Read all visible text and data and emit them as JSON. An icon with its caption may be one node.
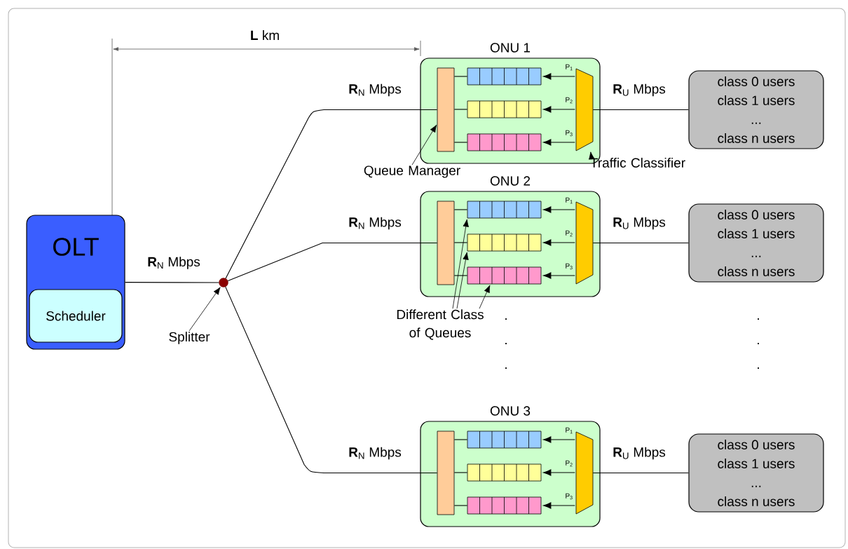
{
  "diagram": {
    "nodes": [
      {
        "text": [
          "OLT"
        ]
      },
      {
        "text": [
          "Scheduler"
        ],
        "in": 0
      },
      {
        "text": [],
        "shape": "circle"
      },
      {
        "text": [
          "Splitter"
        ]
      },
      {
        "text": [
          "ONU 1"
        ]
      },
      {
        "text": [],
        "shape": "bar",
        "in": 4
      },
      {
        "text": [],
        "shape": "box",
        "in": 4
      },
      {
        "text": [],
        "shape": "box",
        "in": 4
      },
      {
        "text": [],
        "shape": "box",
        "in": 4
      },
      {
        "text": [],
        "shape": "trapezoid",
        "in": 4
      },
      {
        "text": [
          "class 0 users",
          "class 1 users",
          "...",
          "class n users"
        ]
      },
      {
        "text": [
          "Queue Manager"
        ]
      },
      {
        "text": [
          "Traffic Classifier"
        ]
      },
      {
        "text": [
          "ONU 2"
        ]
      },
      {
        "text": [],
        "shape": "bar",
        "in": 13
      },
      {
        "text": [],
        "shape": "box",
        "in": 13
      },
      {
        "text": [],
        "shape": "box",
        "in": 13
      },
      {
        "text": [],
        "shape": "box",
        "in": 13
      },
      {
        "text": [],
        "shape": "trapezoid",
        "in": 13
      },
      {
        "text": [
          "class 0 users",
          "class 1 users",
          "...",
          "class n users"
        ]
      },
      {
        "text": [
          "Different Class of Queues"
        ]
      },
      {
        "text": [
          "ONU 3"
        ]
      },
      {
        "text": [],
        "shape": "bar",
        "in": 21
      },
      {
        "text": [],
        "shape": "box",
        "in": 21
      },
      {
        "text": [],
        "shape": "box",
        "in": 21
      },
      {
        "text": [],
        "shape": "box",
        "in": 21
      },
      {
        "text": [],
        "shape": "trapezoid",
        "in": 21
      },
      {
        "text": [
          "class 0 users",
          "class 1 users",
          "...",
          "class n users"
        ]
      }
    ],
    "edges": [
      {
        "from": 0,
        "to": 2,
        "arrow": "none",
        "label": "**R**$_{N}$ Mbps"
      },
      {
        "from": 3,
        "to": 2,
        "arrow": "to"
      },
      {
        "from": 2,
        "to": 5,
        "arrow": "none",
        "label": "**R**$_{N}$ Mbps"
      },
      {
        "from": 5,
        "to": 6,
        "arrow": "none"
      },
      {
        "from": 5,
        "to": 7,
        "arrow": "none"
      },
      {
        "from": 5,
        "to": 8,
        "arrow": "none"
      },
      {
        "from": 9,
        "to": 6,
        "arrow": "to",
        "label": "P$_{1}$"
      },
      {
        "from": 9,
        "to": 7,
        "arrow": "to",
        "label": "P$_{2}$"
      },
      {
        "from": 9,
        "to": 8,
        "arrow": "to",
        "label": "P$_{3}$"
      },
      {
        "from": 9,
        "to": 10,
        "arrow": "none",
        "label": "**R**$_{U}$ Mbps"
      },
      {
        "from": 11,
        "to": 5,
        "arrow": "to"
      },
      {
        "from": 12,
        "to": 9,
        "arrow": "to"
      },
      {
        "from": 2,
        "to": 14,
        "arrow": "none",
        "label": "**R**$_{N}$ Mbps"
      },
      {
        "from": 14,
        "to": 15,
        "arrow": "none"
      },
      {
        "from": 14,
        "to": 16,
        "arrow": "none"
      },
      {
        "from": 14,
        "to": 17,
        "arrow": "none"
      },
      {
        "from": 18,
        "to": 15,
        "arrow": "to",
        "label": "P$_{1}$"
      },
      {
        "from": 18,
        "to": 16,
        "arrow": "to",
        "label": "P$_{2}$"
      },
      {
        "from": 18,
        "to": 17,
        "arrow": "to",
        "label": "P$_{3}$"
      },
      {
        "from": 18,
        "to": 19,
        "arrow": "none",
        "label": "**R**$_{U}$ Mbps"
      },
      {
        "from": 20,
        "to": 15,
        "arrow": "to"
      },
      {
        "from": 20,
        "to": 16,
        "arrow": "to"
      },
      {
        "from": 20,
        "to": 17,
        "arrow": "to"
      },
      {
        "from": 2,
        "to": 22,
        "arrow": "none",
        "label": "**R**$_{N}$ Mbps"
      },
      {
        "from": 22,
        "to": 23,
        "arrow": "none"
      },
      {
        "from": 22,
        "to": 24,
        "arrow": "none"
      },
      {
        "from": 22,
        "to": 25,
        "arrow": "none"
      },
      {
        "from": 26,
        "to": 23,
        "arrow": "to",
        "label": "P$_{1}$"
      },
      {
        "from": 26,
        "to": 24,
        "arrow": "to",
        "label": "P$_{2}$"
      },
      {
        "from": 26,
        "to": 25,
        "arrow": "to",
        "label": "P$_{3}$"
      },
      {
        "from": 26,
        "to": 27,
        "arrow": "none",
        "label": "**R**$_{U}$ Mbps"
      }
    ],
    "labels": [
      "**L** km",
      ".",
      ".",
      ".",
      ".",
      ".",
      "."
    ]
  }
}
